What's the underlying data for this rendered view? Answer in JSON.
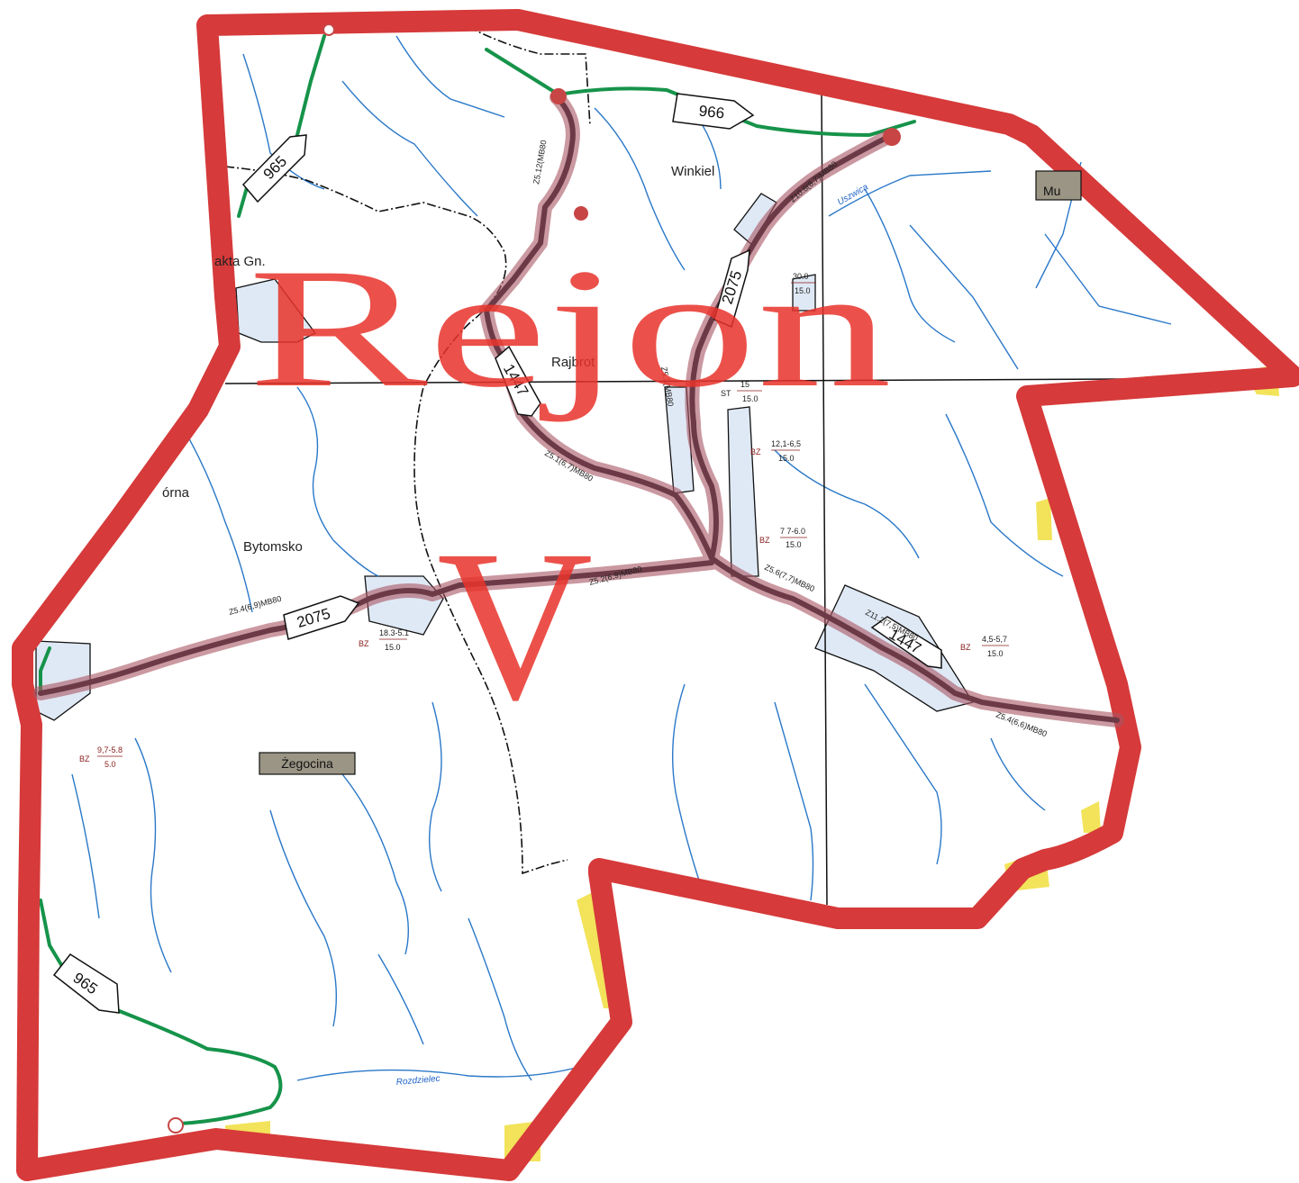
{
  "title": {
    "word": "Rejon",
    "numeral": "V"
  },
  "places": {
    "winkiel": "Winkiel",
    "rajbrot": "Rajbrot",
    "bytomsko": "Bytomsko",
    "gorna": "órna",
    "lakta": "akta Gn.",
    "zegocina": "Żegocina",
    "mu": "Mu"
  },
  "roads": {
    "r965_top": "965",
    "r965_bottom": "965",
    "r966": "966",
    "r2075_west": "2075",
    "r2075_north": "2075",
    "r1447_north": "1447",
    "r1447_east": "1447"
  },
  "rivers": {
    "uszwica": "Uszwica",
    "rozdzielec": "Rozdzielec"
  },
  "segment_codes": {
    "s1": "Z10.8(8,7)MB80",
    "s2": "Z5.1(6,7)MB80",
    "s3": "Z5.4(6,9)MB80",
    "s4": "Z5.2(6,9)MB80",
    "s5": "Z5.6(7,7)MB80",
    "s6": "Z11.2(7,5)MB80",
    "s7": "Z5.4(6,6)MB80",
    "s8": "Z5.12(MB80",
    "s9": "Z5.3(MB80"
  },
  "annotations": {
    "bz1": {
      "code": "BZ",
      "range": "12,1-6,5",
      "val": "15.0"
    },
    "bz2": {
      "code": "BZ",
      "range": "7 7-6.0",
      "val": "15.0"
    },
    "bz3": {
      "code": "BZ",
      "range": "4,5-5,7",
      "val": "15.0"
    },
    "bz4": {
      "code": "BZ",
      "range": "18.3-5.1",
      "val": "15.0"
    },
    "bz5": {
      "code": "BZ",
      "range": "9,7-5.8",
      "val": "5.0"
    },
    "st1": {
      "code": "ST",
      "range": "15",
      "val": "15.0"
    },
    "t30": {
      "range": "30.0",
      "val": "15.0"
    }
  },
  "colors": {
    "boundary": "#d63a3a",
    "route": "#7a3a48",
    "green_road": "#16934a",
    "river": "#2a78c8",
    "grid": "#111111",
    "settlement": "#dfe9f5",
    "yellow": "#f2e35a"
  }
}
